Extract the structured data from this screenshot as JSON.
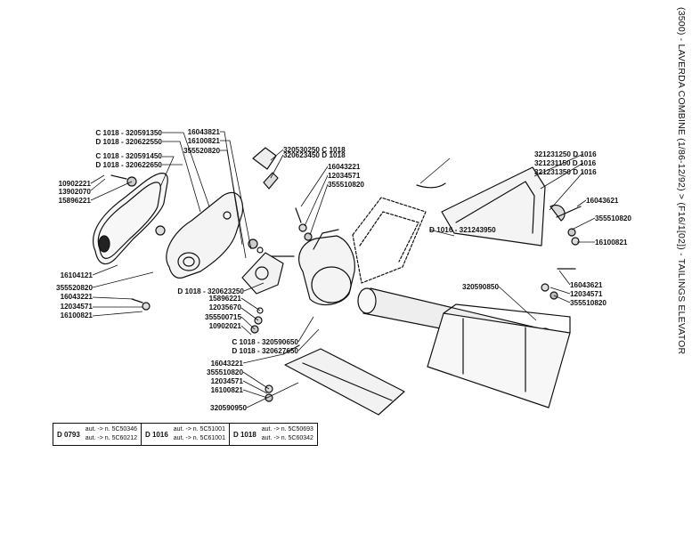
{
  "title": "(3500) - LAVERDA COMBINE (1/86-12/92) > (F16/1[02]) - TAILINGS ELEVATOR",
  "callouts": [
    "C 1018 - 320591350",
    "D 1018 - 320622550",
    "C 1018 - 320591450",
    "D 1018 - 320622650",
    "10902221",
    "13902070",
    "15896221",
    "16104121",
    "355520820",
    "16043221",
    "12034571",
    "16100821",
    "16043821",
    "16100821",
    "355520820",
    "320530250 C 1018",
    "320623450 D 1018",
    "16043221",
    "12034571",
    "355510820",
    "D 1018 - 320623250",
    "15896221",
    "12035670",
    "355500715",
    "10902021",
    "C 1018 - 320590650",
    "D 1018 - 320627650",
    "16043221",
    "355510820",
    "12034571",
    "16100821",
    "320590950",
    "321231250 D 1016",
    "321231150 D 1016",
    "321231350 D 1016",
    "16043621",
    "355510820",
    "16100821",
    "D 1016 - 321243950",
    "320590850",
    "16043621",
    "12034571",
    "355510820"
  ],
  "versions": [
    {
      "code": "D 0793",
      "line1": "aut. -> n. 5C50346",
      "line2": "aut. -> n. 5C60212"
    },
    {
      "code": "D 1016",
      "line1": "aut. -> n. 5C51001",
      "line2": "aut. -> n. 5C61001"
    },
    {
      "code": "D 1018",
      "line1": "aut. -> n. 5C50693",
      "line2": "aut. -> n. 5C60342"
    }
  ]
}
